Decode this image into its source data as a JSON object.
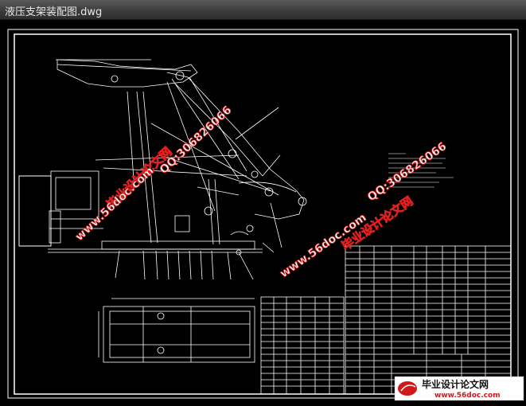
{
  "window": {
    "title": "液压支架装配图.dwg"
  },
  "watermarks": {
    "site_name": "毕业设计论文网",
    "site_url": "www.56doc.com",
    "qq": "QQ:306826066"
  },
  "logo": {
    "name": "毕业设计论文网",
    "url": "www.56doc.com"
  },
  "colors": {
    "background": "#000000",
    "lines": "#ffffff",
    "watermark_red": "#e02020",
    "watermark_fill": "#ffffff"
  }
}
